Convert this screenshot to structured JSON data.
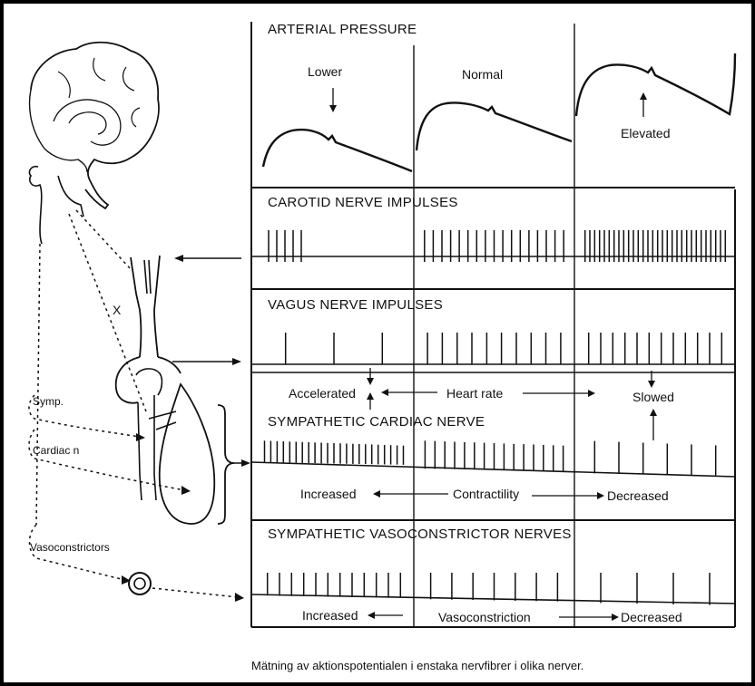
{
  "panels": {
    "arterial_pressure": "ARTERIAL PRESSURE",
    "carotid": "CAROTID NERVE IMPULSES",
    "vagus": "VAGUS NERVE IMPULSES",
    "sympathetic_cardiac": "SYMPATHETIC CARDIAC NERVE",
    "vasoconstrictor": "SYMPATHETIC VASOCONSTRICTOR NERVES"
  },
  "pressure_states": {
    "lower": "Lower",
    "normal": "Normal",
    "elevated": "Elevated"
  },
  "heart_rate": {
    "left": "Accelerated",
    "center": "Heart rate",
    "right": "Slowed"
  },
  "contractility": {
    "left": "Increased",
    "center": "Contractility",
    "right": "Decreased"
  },
  "vasoconstriction": {
    "left": "Increased",
    "center": "Vasoconstriction",
    "right": "Decreased"
  },
  "anatomy": {
    "nerve_x": "X",
    "symp": "Symp.",
    "cardiac_n": "Cardiac n",
    "vasoconstrictors": "Vasoconstrictors"
  },
  "caption": "Mätning av aktionspotentialen i enstaka nervfibrer i olika nerver.",
  "spike_counts": {
    "carotid": [
      5,
      17,
      30
    ],
    "vagus": [
      3,
      10,
      12
    ],
    "sympathetic_cardiac": [
      23,
      15,
      6
    ],
    "vasoconstrictor": [
      12,
      7,
      4
    ]
  }
}
